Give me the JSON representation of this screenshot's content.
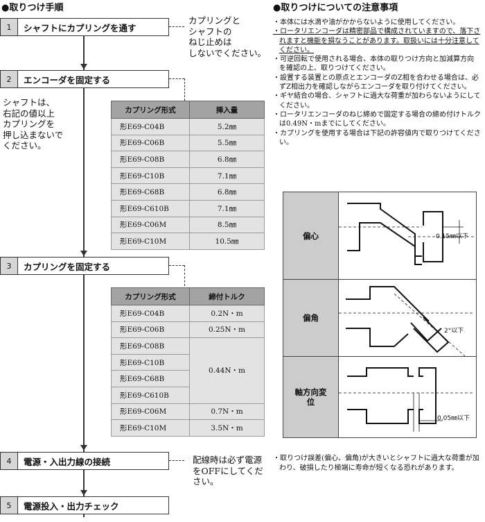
{
  "left": {
    "heading": "●取りつけ手順",
    "steps": [
      {
        "num": "1",
        "label": "シャフトにカプリングを通す"
      },
      {
        "num": "2",
        "label": "エンコーダを固定する"
      },
      {
        "num": "3",
        "label": "カプリングを固定する"
      },
      {
        "num": "4",
        "label": "電源・入出力線の接続"
      },
      {
        "num": "5",
        "label": "電源投入・出力チェック"
      }
    ],
    "note1": [
      "カプリングと",
      "シャフトの",
      "ねじ止めは",
      "しないでください。"
    ],
    "note2": [
      "シャフトは、",
      "右記の値以上",
      "カプリングを",
      "押し込まないで",
      "ください。"
    ],
    "note4": [
      "配線時は必ず電源",
      "をOFFにしてくだ",
      "さい。"
    ],
    "table1": {
      "headers": [
        "カプリング形式",
        "挿入量"
      ],
      "rows": [
        [
          "形E69-C04B",
          "5.2㎜"
        ],
        [
          "形E69-C06B",
          "5.5㎜"
        ],
        [
          "形E69-C08B",
          "6.8㎜"
        ],
        [
          "形E69-C10B",
          "7.1㎜"
        ],
        [
          "形E69-C68B",
          "6.8㎜"
        ],
        [
          "形E69-C610B",
          "7.1㎜"
        ],
        [
          "形E69-C06M",
          "8.5㎜"
        ],
        [
          "形E69-C10M",
          "10.5㎜"
        ]
      ]
    },
    "table2": {
      "headers": [
        "カプリング形式",
        "締付トルク"
      ],
      "rows": [
        [
          "形E69-C04B",
          "0.2N・m"
        ],
        [
          "形E69-C06B",
          "0.25N・m"
        ],
        [
          "形E69-C08B",
          "0.44N・m"
        ],
        [
          "形E69-C10B",
          ""
        ],
        [
          "形E69-C68B",
          ""
        ],
        [
          "形E69-C610B",
          ""
        ],
        [
          "形E69-C06M",
          "0.7N・m"
        ],
        [
          "形E69-C10M",
          "3.5N・m"
        ]
      ]
    }
  },
  "right": {
    "heading": "●取りつけについての注意事項",
    "cautions": [
      "・本体には水滴や油がかからないように使用してください。",
      "・ロータリエンコーダは精密部品で構成されていますので、落下されますと機能を損なうことがあります。取扱いには十分注意してください。",
      "・可逆回転で使用される場合、本体の取りつけ方向と加減算方向を確認の上、取りつけてください。",
      "・設置する装置との原点とエンコーダのZ相を合わせる場合は、必ずZ相出力を確認しながらエンコーダを取り付けてください。",
      "・ギヤ結合の場合、シャフトに過大な荷重が加わらないようにしてください。",
      "・ロータリエンコーダのねじ締めで固定する場合の締め付けトルクは0.49N・mまでにしてください。",
      "・カプリングを使用する場合は下記の許容値内で取りつけてください。"
    ],
    "diagram": {
      "rows": [
        {
          "label": "偏心",
          "value": "0.15㎜以下"
        },
        {
          "label": "偏角",
          "value": "2°以下"
        },
        {
          "label": "軸方向変位",
          "value": "0.05㎜以下"
        }
      ]
    },
    "bottom_note": "・取りつけ誤差(偏心、偏角)が大きいとシャフトに過大な荷重が加わり、破損したり極端に寿命が短くなる恐れがあります。"
  }
}
